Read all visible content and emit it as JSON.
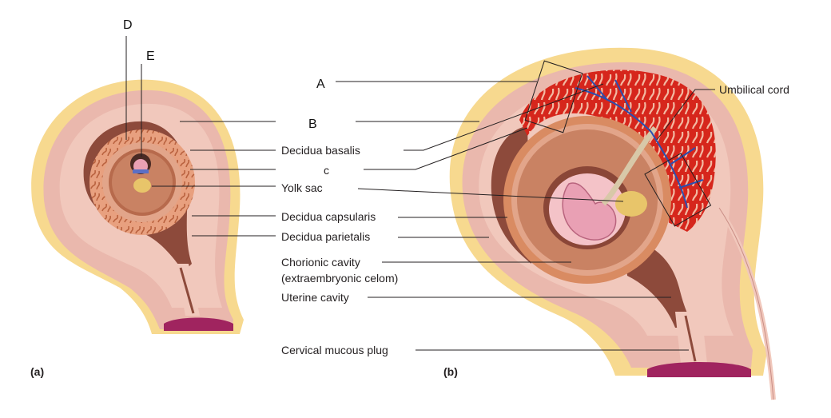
{
  "labels": {
    "D": "D",
    "E": "E",
    "A": "A",
    "B": "B",
    "C": "c",
    "umbilical_cord": "Umbilical cord",
    "decidua_basalis": "Decidua basalis",
    "yolk_sac": "Yolk sac",
    "decidua_capsularis": "Decidua capsularis",
    "decidua_parietalis": "Decidua parietalis",
    "chorionic_cavity_1": "Chorionic cavity",
    "chorionic_cavity_2": "(extraembryonic celom)",
    "uterine_cavity": "Uterine cavity",
    "cervical_plug": "Cervical mucous plug",
    "panel_a": "(a)",
    "panel_b": "(b)"
  },
  "colors": {
    "fat": "#f7d98f",
    "uterine_wall": "#eab8ad",
    "wall_inner": "#f1c8bc",
    "cavity": "#8d4a3b",
    "decidua": "#e2a58a",
    "chorion": "#d98b62",
    "villi_red": "#d6261c",
    "vessel_blue": "#2b4fb0",
    "yolk": "#e8c56a",
    "embryo": "#e9a0b4",
    "cervix_plug": "#a0245f"
  }
}
